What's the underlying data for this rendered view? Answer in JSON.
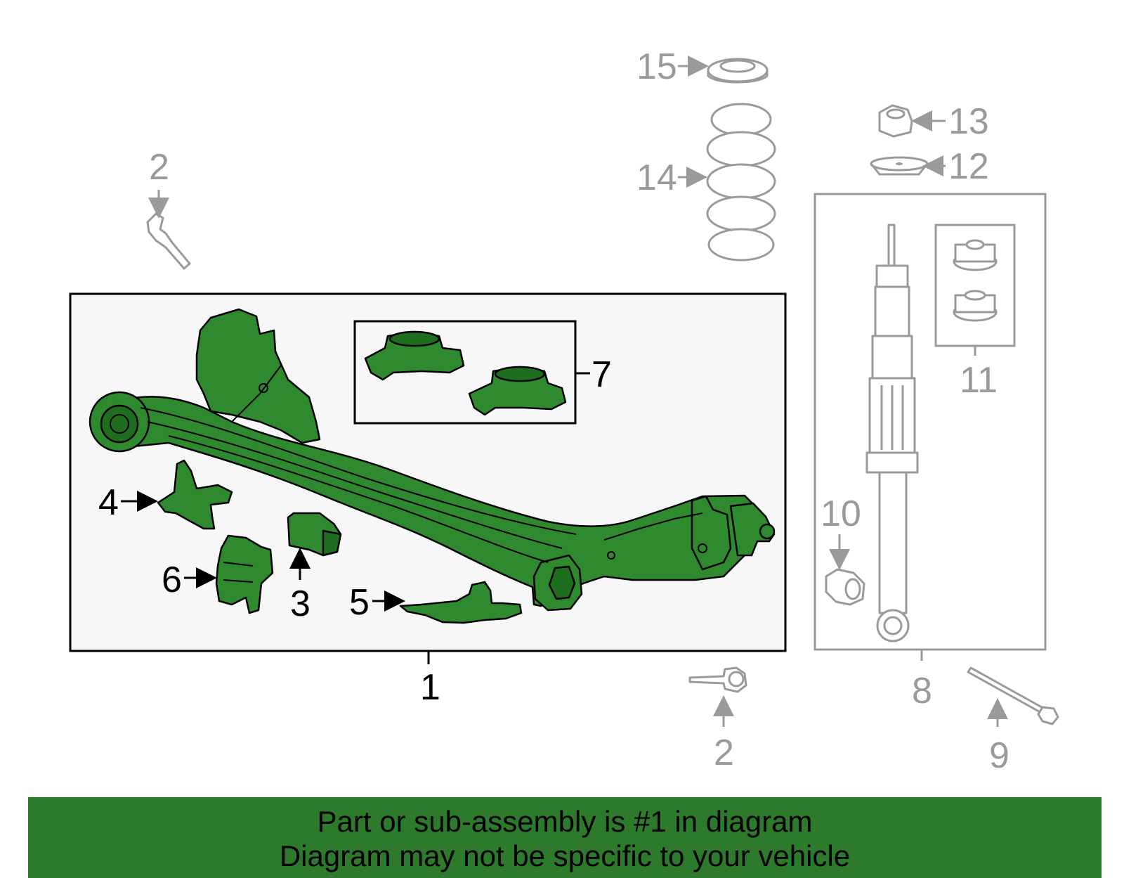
{
  "callouts": {
    "c1": "1",
    "c2_top": "2",
    "c2_bottom": "2",
    "c3": "3",
    "c4": "4",
    "c5": "5",
    "c6": "6",
    "c7": "7",
    "c8": "8",
    "c9": "9",
    "c10": "10",
    "c11": "11",
    "c12": "12",
    "c13": "13",
    "c14": "14",
    "c15": "15"
  },
  "banner": {
    "line1": "Part or sub-assembly is #1 in diagram",
    "line2": "Diagram may not be specific to your vehicle"
  },
  "colors": {
    "highlight": "#2f8a2f",
    "banner": "#2d7a2d",
    "unselected_part": "#9a9a9a",
    "assembly_panel": "#f7f7f7"
  }
}
